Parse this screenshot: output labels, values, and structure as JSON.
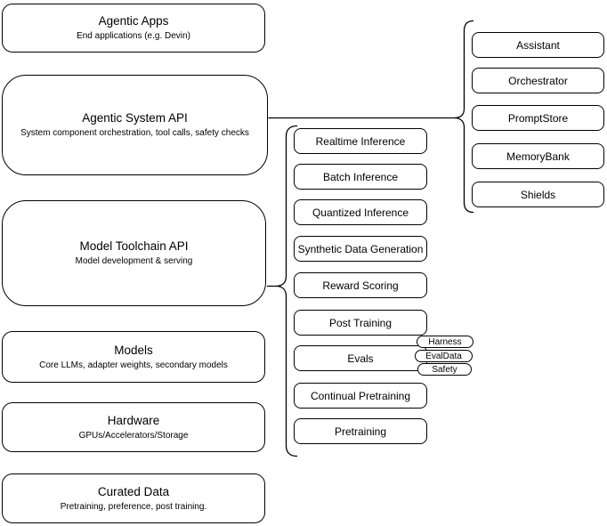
{
  "colors": {
    "stroke": "#000000",
    "background": "#ffffff",
    "text": "#000000"
  },
  "layers": [
    {
      "title": "Agentic Apps",
      "subtitle": "End applications (e.g. Devin)"
    },
    {
      "title": "Agentic System API",
      "subtitle": "System component orchestration, tool calls, safety checks"
    },
    {
      "title": "Model Toolchain API",
      "subtitle": "Model development & serving"
    },
    {
      "title": "Models",
      "subtitle": "Core LLMs, adapter weights, secondary models"
    },
    {
      "title": "Hardware",
      "subtitle": "GPUs/Accelerators/Storage"
    },
    {
      "title": "Curated Data",
      "subtitle": "Pretraining, preference, post training."
    }
  ],
  "toolchain_items": [
    "Realtime Inference",
    "Batch Inference",
    "Quantized Inference",
    "Synthetic Data Generation",
    "Reward Scoring",
    "Post Training",
    "Evals",
    "Continual Pretraining",
    "Pretraining"
  ],
  "eval_tags": [
    "Harness",
    "EvalData",
    "Safety"
  ],
  "system_components": [
    "Assistant",
    "Orchestrator",
    "PromptStore",
    "MemoryBank",
    "Shields"
  ]
}
